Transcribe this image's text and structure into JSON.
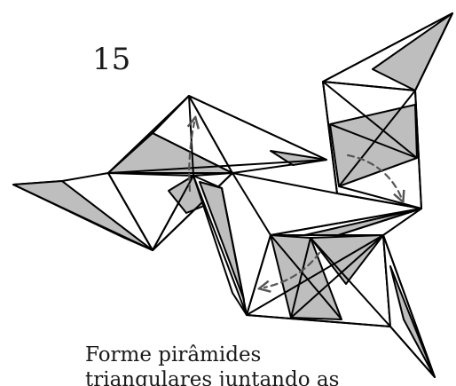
{
  "step": {
    "number": "15"
  },
  "caption": {
    "line1": "Forme pirâmides",
    "line2": "triangulares juntando as"
  },
  "colors": {
    "stroke": "#000000",
    "shade": "#bebebe",
    "arrow": "#555555",
    "paper": "#ffffff"
  },
  "icons": {
    "arrow_a": "curved-dashed-arrow-up",
    "arrow_b": "curved-dashed-arrow-down",
    "arrow_c": "curved-dashed-arrow-left"
  }
}
